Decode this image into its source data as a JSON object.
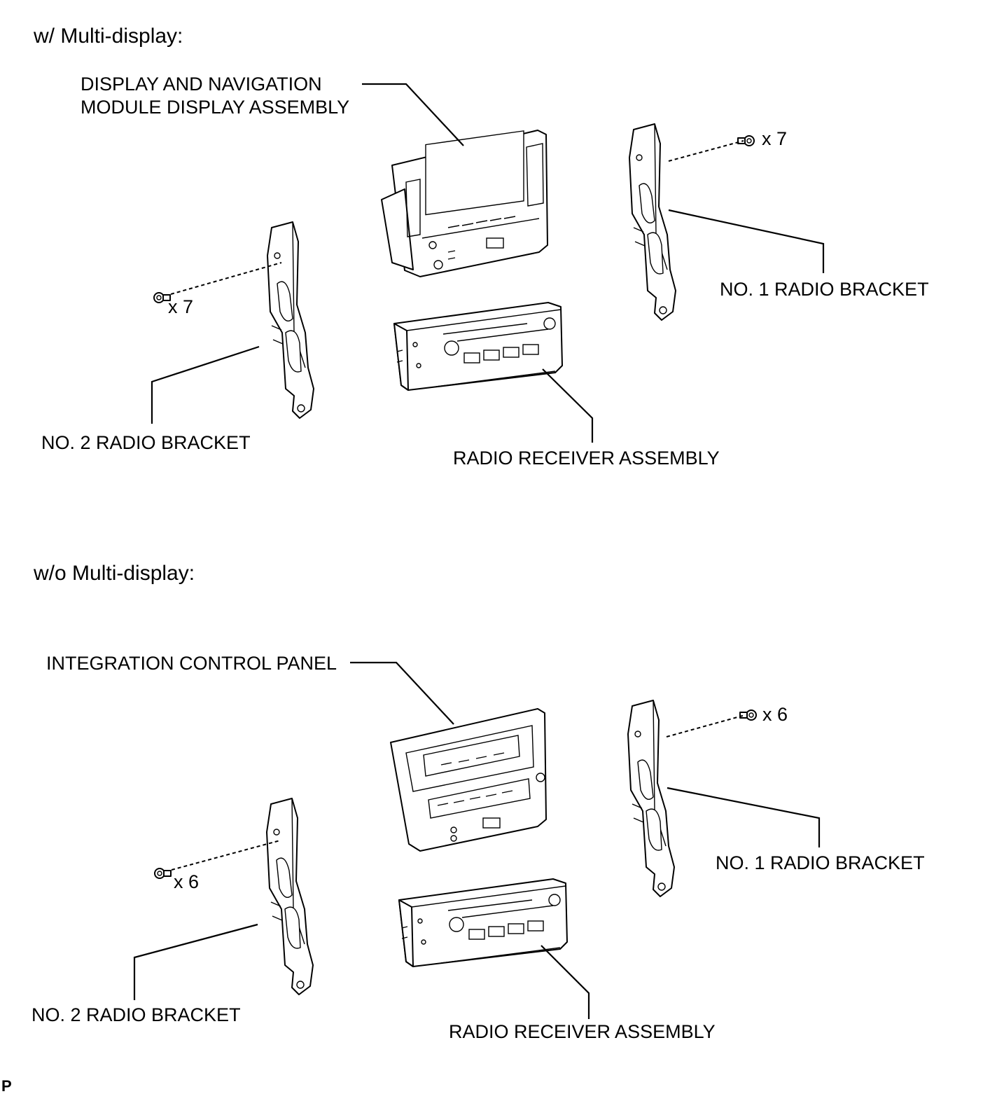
{
  "sections": [
    {
      "heading": "w/ Multi-display:",
      "labels": {
        "display_line1": "DISPLAY AND NAVIGATION",
        "display_line2": "MODULE DISPLAY ASSEMBLY",
        "bracket1": "NO. 1 RADIO BRACKET",
        "bracket2": "NO. 2 RADIO BRACKET",
        "receiver": "RADIO RECEIVER ASSEMBLY",
        "screws_right": "x 7",
        "screws_left": "x 7"
      }
    },
    {
      "heading": "w/o Multi-display:",
      "labels": {
        "panel": "INTEGRATION CONTROL PANEL",
        "bracket1": "NO. 1 RADIO BRACKET",
        "bracket2": "NO. 2 RADIO BRACKET",
        "receiver": "RADIO RECEIVER ASSEMBLY",
        "screws_right": "x 6",
        "screws_left": "x 6"
      }
    }
  ],
  "corner_mark": "P"
}
